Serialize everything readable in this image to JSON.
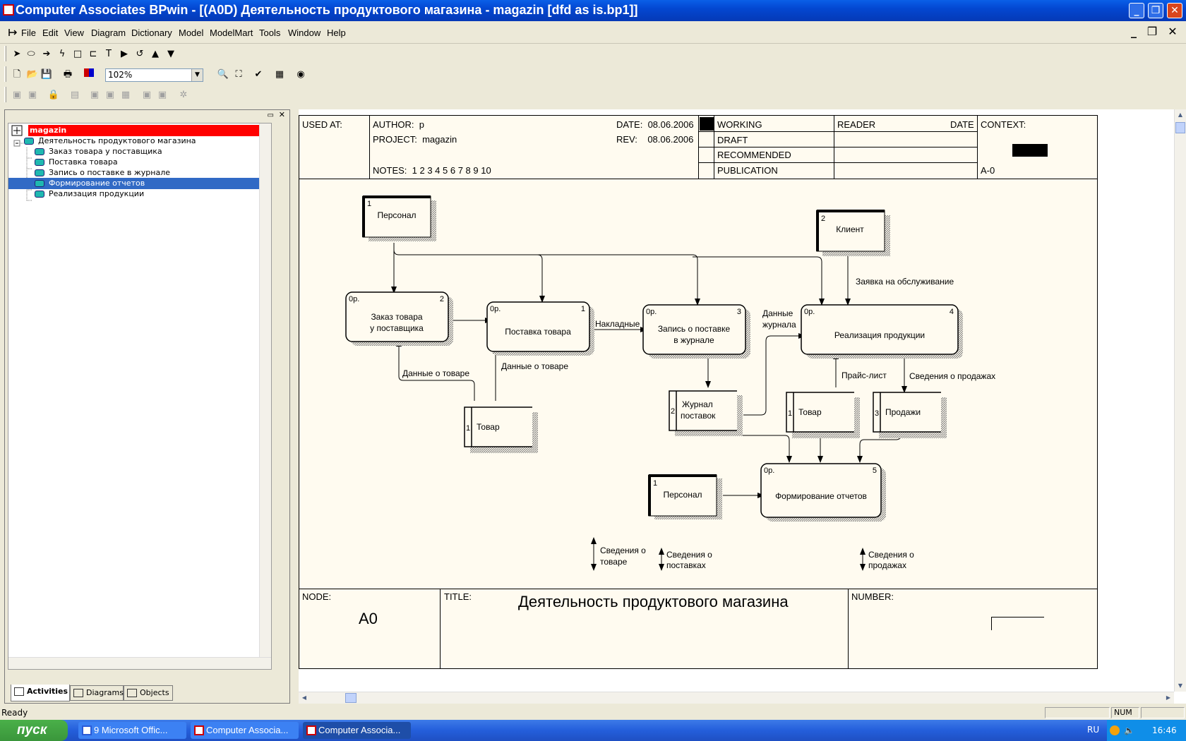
{
  "window": {
    "title": "Computer Associates BPwin - [(A0D) Деятельность продуктового магазина - magazin  [dfd as is.bp1]]"
  },
  "menu": [
    "File",
    "Edit",
    "View",
    "Diagram",
    "Dictionary",
    "Model",
    "ModelMart",
    "Tools",
    "Window",
    "Help"
  ],
  "toolbar": {
    "zoom": "102%"
  },
  "tree": {
    "root": "magazin",
    "parent": "Деятельность продуктового магазина",
    "items": [
      "Заказ товара  у поставщика",
      "Поставка товара",
      "Запись о поставке в журнале",
      "Формирование отчетов",
      "Реализация продукции"
    ],
    "selected_index": 3
  },
  "tabs": [
    "Activities",
    "Diagrams",
    "Objects"
  ],
  "header": {
    "used_at": "USED AT:",
    "author_label": "AUTHOR:",
    "author": "p",
    "project_label": "PROJECT:",
    "project": "magazin",
    "date_label": "DATE:",
    "date": "08.06.2006",
    "rev_label": "REV:",
    "rev": "08.06.2006",
    "notes_label": "NOTES:",
    "notes": "1  2  3  4  5  6  7  8  9  10",
    "status": [
      "WORKING",
      "DRAFT",
      "RECOMMENDED",
      "PUBLICATION"
    ],
    "reader": "READER",
    "reader_date": "DATE",
    "context": "CONTEXT:",
    "context_node": "A-0"
  },
  "footer": {
    "node_label": "NODE:",
    "node": "A0",
    "title_label": "TITLE:",
    "title": "Деятельность продуктового магазина",
    "number_label": "NUMBER:"
  },
  "processes": [
    {
      "num": "1",
      "name": "Поставка товара",
      "cost": "0р."
    },
    {
      "num": "2",
      "name1": "Заказ товара",
      "name2": "у поставщика",
      "cost": "0р."
    },
    {
      "num": "3",
      "name1": "Запись о поставке",
      "name2": "в журнале",
      "cost": "0р."
    },
    {
      "num": "4",
      "name": "Реализация продукции",
      "cost": "0р."
    },
    {
      "num": "5",
      "name": "Формирование отчетов",
      "cost": "0р."
    }
  ],
  "externals": [
    {
      "num": "1",
      "name": "Персонал"
    },
    {
      "num": "2",
      "name": "Клиент"
    },
    {
      "num": "1",
      "name": "Персонал"
    }
  ],
  "stores": [
    {
      "num": "1",
      "name": "Товар"
    },
    {
      "num": "2",
      "name1": "Журнал",
      "name2": "поставок"
    },
    {
      "num": "1",
      "name": "Товар"
    },
    {
      "num": "3",
      "name": "Продажи"
    }
  ],
  "labels": {
    "nakladnye": "Накладные",
    "dannye_o_tovare": "Данные о товаре",
    "dannye_zhurnala_1": "Данные",
    "dannye_zhurnala_2": "журнала",
    "zayavka": "Заявка на обслуживание",
    "prays": "Прайс-лист",
    "svedeniya_prodazhi": "Сведения о продажах",
    "out1a": "Сведения о",
    "out1b": "товаре",
    "out2a": "Сведения о",
    "out2b": "поставках",
    "out3a": "Сведения о",
    "out3b": "продажах"
  },
  "status": {
    "text": "Ready",
    "num": "NUM"
  },
  "taskbar": {
    "start": "пуск",
    "tasks": [
      "9 Microsoft Offic...",
      "Computer Associa...",
      "Computer Associa..."
    ],
    "lang": "RU",
    "clock": "16:46"
  }
}
